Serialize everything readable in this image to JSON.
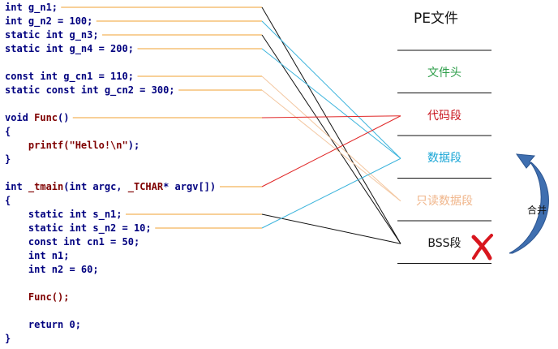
{
  "code_lines": [
    [
      {
        "t": "int g_n1;",
        "c": "kw"
      }
    ],
    [
      {
        "t": "int g_n2 = 100;",
        "c": "kw"
      }
    ],
    [
      {
        "t": "static int g_n3;",
        "c": "kw"
      }
    ],
    [
      {
        "t": "static int g_n4 = 200;",
        "c": "kw"
      }
    ],
    [],
    [
      {
        "t": "const int g_cn1 = 110;",
        "c": "kw"
      }
    ],
    [
      {
        "t": "static const int g_cn2 = 300;",
        "c": "kw"
      }
    ],
    [],
    [
      {
        "t": "void ",
        "c": "kw"
      },
      {
        "t": "Func",
        "c": "fn"
      },
      {
        "t": "()",
        "c": "kw"
      }
    ],
    [
      {
        "t": "{",
        "c": "kw"
      }
    ],
    [
      {
        "t": "    printf(",
        "c": "fn"
      },
      {
        "t": "\"Hello!\\n\"",
        "c": "str"
      },
      {
        "t": ");",
        "c": "kw"
      }
    ],
    [
      {
        "t": "}",
        "c": "kw"
      }
    ],
    [],
    [
      {
        "t": "int ",
        "c": "kw"
      },
      {
        "t": "_tmain",
        "c": "fn"
      },
      {
        "t": "(int argc, ",
        "c": "kw"
      },
      {
        "t": "_TCHAR",
        "c": "macro"
      },
      {
        "t": "* argv[])",
        "c": "kw"
      }
    ],
    [
      {
        "t": "{",
        "c": "kw"
      }
    ],
    [
      {
        "t": "    static int s_n1;",
        "c": "kw"
      }
    ],
    [
      {
        "t": "    static int s_n2 = 10;",
        "c": "kw"
      }
    ],
    [
      {
        "t": "    const int cn1 = 50;",
        "c": "kw"
      }
    ],
    [
      {
        "t": "    int n1;",
        "c": "kw"
      }
    ],
    [
      {
        "t": "    int n2 = 60;",
        "c": "kw"
      }
    ],
    [],
    [
      {
        "t": "    Func();",
        "c": "fn"
      }
    ],
    [],
    [
      {
        "t": "    return 0;",
        "c": "kw"
      }
    ],
    [
      {
        "t": "}",
        "c": "kw"
      }
    ]
  ],
  "pe": {
    "title": "PE文件",
    "segments": [
      {
        "label": "文件头",
        "color": "#2e9e4a"
      },
      {
        "label": "代码段",
        "color": "#c8141e"
      },
      {
        "label": "数据段",
        "color": "#1aa6d6"
      },
      {
        "label": "只读数据段",
        "color": "#f0b58a"
      },
      {
        "label": "BSS段",
        "color": "#111111"
      }
    ]
  },
  "merge_label": "合并",
  "colors": {
    "underline": "#f0a030",
    "link_black": "#111111",
    "link_cyan": "#3db4dc",
    "link_red": "#e02828",
    "link_peach": "#f3c7a1",
    "arrow_blue": "#3f6fb0",
    "cross_red": "#d8161e"
  },
  "links": [
    {
      "from_line": 0,
      "to": "BSS段",
      "color": "link_black"
    },
    {
      "from_line": 1,
      "to": "数据段",
      "color": "link_cyan"
    },
    {
      "from_line": 2,
      "to": "BSS段",
      "color": "link_black"
    },
    {
      "from_line": 3,
      "to": "数据段",
      "color": "link_cyan"
    },
    {
      "from_line": 5,
      "to": "只读数据段",
      "color": "link_peach"
    },
    {
      "from_line": 6,
      "to": "只读数据段",
      "color": "link_peach"
    },
    {
      "from_line": 8,
      "to": "代码段",
      "color": "link_red"
    },
    {
      "from_line": 13,
      "to": "代码段",
      "color": "link_red"
    },
    {
      "from_line": 15,
      "to": "BSS段",
      "color": "link_black"
    },
    {
      "from_line": 16,
      "to": "数据段",
      "color": "link_cyan"
    }
  ]
}
